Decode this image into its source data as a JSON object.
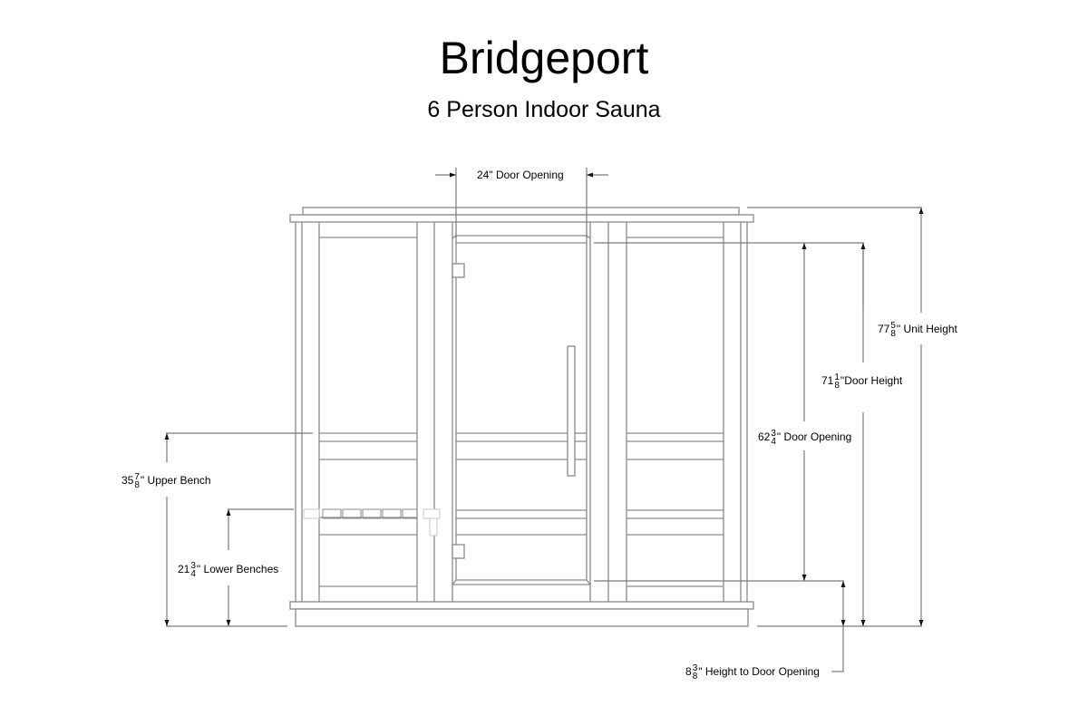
{
  "header": {
    "title": "Bridgeport",
    "subtitle": "6 Person Indoor Sauna"
  },
  "dimensions": {
    "door_width": {
      "whole": "24",
      "unit": "\"",
      "text": "Door Opening"
    },
    "unit_height": {
      "whole": "77",
      "num": "5",
      "den": "8",
      "unit": "\"",
      "text": "Unit Height"
    },
    "door_height": {
      "whole": "71",
      "num": "1",
      "den": "8",
      "unit": "\"",
      "text": "Door Height"
    },
    "door_opening_height": {
      "whole": "62",
      "num": "3",
      "den": "4",
      "unit": "\"",
      "text": "Door Opening"
    },
    "upper_bench": {
      "whole": "35",
      "num": "7",
      "den": "8",
      "unit": "\"",
      "text": "Upper Bench"
    },
    "lower_benches": {
      "whole": "21",
      "num": "3",
      "den": "4",
      "unit": "\"",
      "text": "Lower Benches"
    },
    "height_to_door_opening": {
      "whole": "8",
      "num": "3",
      "den": "8",
      "unit": "\"",
      "text": "Height to Door Opening"
    }
  },
  "colors": {
    "line": "#8a8a8a",
    "dimension": "#7a7a7a",
    "text": "#000000",
    "background": "#ffffff"
  }
}
